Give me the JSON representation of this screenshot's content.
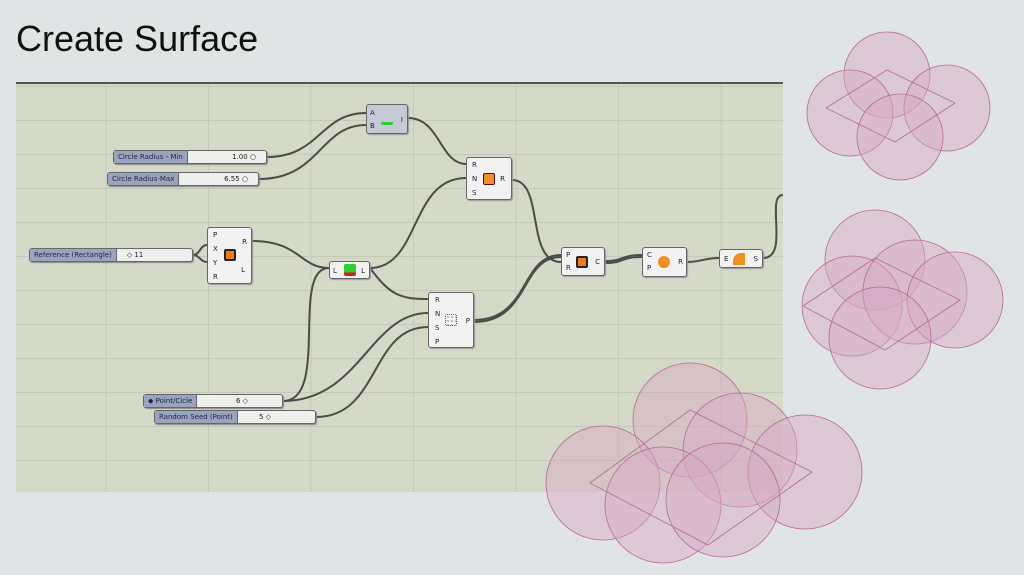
{
  "title": "Create Surface",
  "sliders": [
    {
      "label": "Circle Radius - Min",
      "value": "1.00 ○"
    },
    {
      "label": "Circle Radius-Max",
      "value": "6.55 ○"
    },
    {
      "label": "Reference (Rectangle)",
      "value": "◇ 11"
    },
    {
      "label": "◆ Point/Cicle",
      "value": "6 ◇"
    },
    {
      "label": "Random Seed (Point)",
      "value": "5 ◇"
    }
  ],
  "components": {
    "bounds": {
      "inputs": [
        "A",
        "B"
      ],
      "outputs": [
        "I"
      ],
      "icon": "bounds-icon"
    },
    "random": {
      "inputs": [
        "R",
        "N",
        "S"
      ],
      "outputs": [
        "R"
      ],
      "icon": "random-icon"
    },
    "rectangle": {
      "inputs": [
        "P",
        "X",
        "Y",
        "R"
      ],
      "outputs": [
        "R",
        "L"
      ],
      "icon": "rectangle-icon"
    },
    "list_item": {
      "inputs": [
        "L"
      ],
      "outputs": [
        "L"
      ],
      "icon": "list-icon"
    },
    "populate": {
      "inputs": [
        "R",
        "N",
        "S",
        "P"
      ],
      "outputs": [
        "P"
      ],
      "icon": "populate-icon"
    },
    "circle": {
      "inputs": [
        "P",
        "R"
      ],
      "outputs": [
        "C"
      ],
      "icon": "circle-icon"
    },
    "region_union": {
      "inputs": [
        "C",
        "P"
      ],
      "outputs": [
        "R"
      ],
      "icon": "region-union-icon"
    },
    "boundary_surface": {
      "inputs": [
        "E"
      ],
      "outputs": [
        "S"
      ],
      "icon": "boundary-surface-icon"
    }
  },
  "colors": {
    "circle_fill": "#d8a8c4",
    "circle_stroke": "#b46c94",
    "wire": "#4a4d48"
  }
}
